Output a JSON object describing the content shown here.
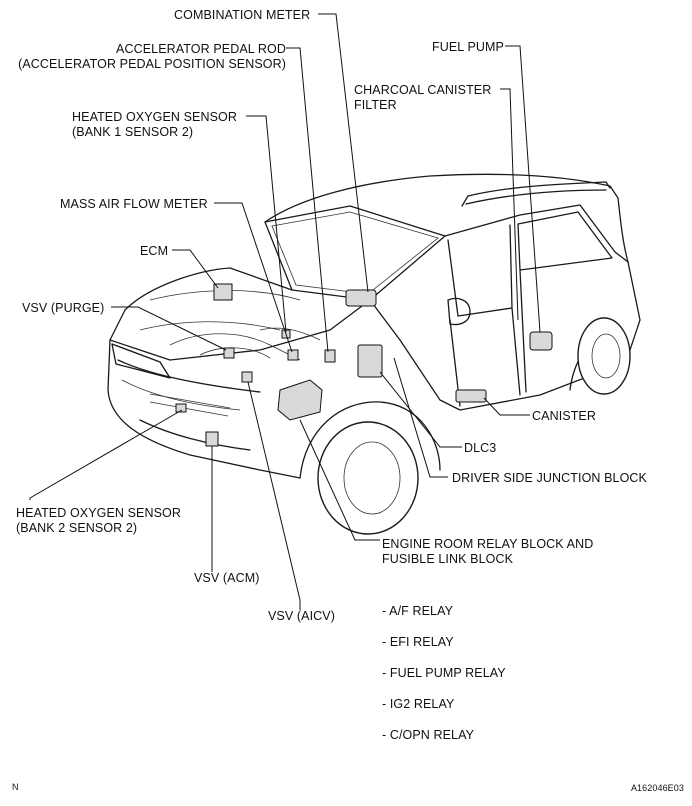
{
  "labels": {
    "combination_meter": "COMBINATION METER",
    "accel_rod_1": "ACCELERATOR PEDAL ROD",
    "accel_rod_2": "(ACCELERATOR PEDAL POSITION SENSOR)",
    "fuel_pump": "FUEL PUMP",
    "charcoal_1": "CHARCOAL CANISTER",
    "charcoal_2": "FILTER",
    "ho2_b1_1": "HEATED OXYGEN SENSOR",
    "ho2_b1_2": "(BANK 1 SENSOR 2)",
    "maf": "MASS AIR FLOW METER",
    "ecm": "ECM",
    "vsv_purge": "VSV (PURGE)",
    "canister": "CANISTER",
    "dlc3": "DLC3",
    "driver_jb": "DRIVER SIDE JUNCTION BLOCK",
    "ho2_b2_1": "HEATED OXYGEN SENSOR",
    "ho2_b2_2": "(BANK 2 SENSOR 2)",
    "engine_room_1": "ENGINE ROOM RELAY BLOCK AND",
    "engine_room_2": "FUSIBLE LINK BLOCK",
    "vsv_acm": "VSV (ACM)",
    "vsv_aicv": "VSV (AICV)"
  },
  "relays": [
    "- A/F RELAY",
    "- EFI RELAY",
    "- FUEL PUMP RELAY",
    "- IG2 RELAY",
    "- C/OPN RELAY"
  ],
  "corner_left": "N",
  "corner_right": "A162046E03"
}
